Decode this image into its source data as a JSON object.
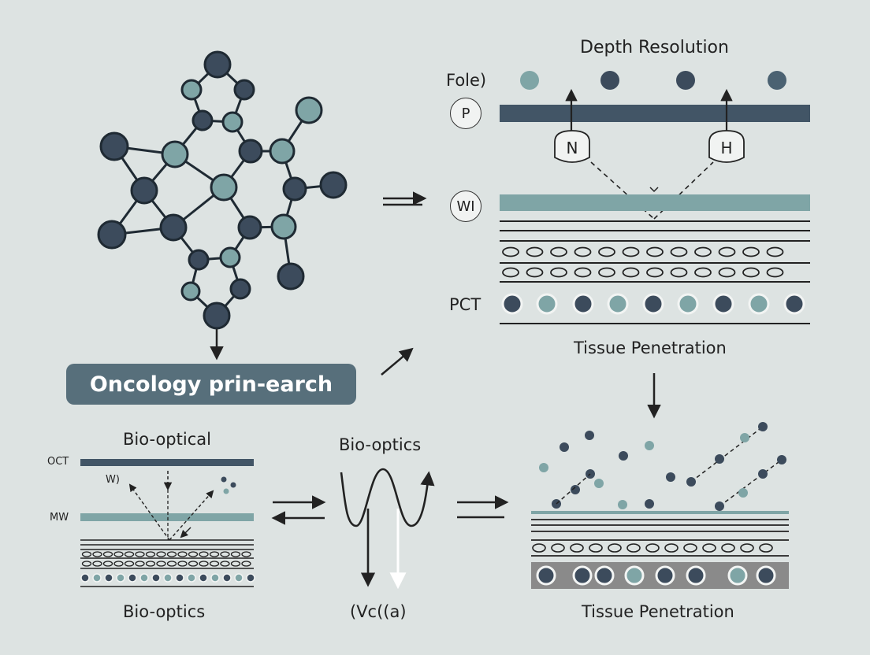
{
  "badge": "Oncology prin-earch",
  "top_right": {
    "title": "Depth Resolution",
    "row_label": "Fole)",
    "circle_p": "P",
    "circle_wi": "WI",
    "shield_left": "N",
    "shield_right": "H",
    "pct_label": "PCT",
    "caption": "Tissue Penetration"
  },
  "bottom_left": {
    "title": "Bio-optical",
    "oct_label": "OCT",
    "w_label": "W)",
    "mw_label": "MW",
    "caption": "Bio-optics"
  },
  "bottom_middle": {
    "title": "Bio-optics",
    "caption": "(Vc((a)"
  },
  "bottom_right": {
    "caption": "Tissue Penetration"
  },
  "colors": {
    "background": "#dde3e2",
    "dark_node": "#3c4b5c",
    "teal_node": "#7fa5a6",
    "dark_band": "#425566",
    "teal_band": "#7fa5a6",
    "badge": "#576f7b",
    "gray_band": "#8a8a8a"
  }
}
